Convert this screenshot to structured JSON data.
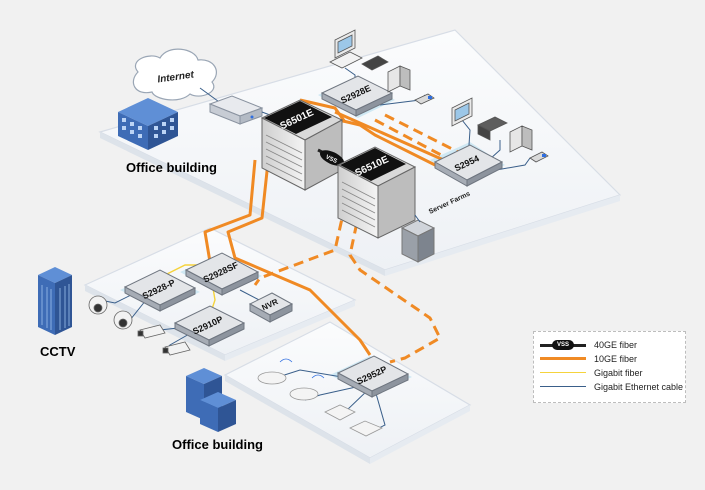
{
  "labels": {
    "internet": "Internet",
    "office_top": "Office building",
    "cctv": "CCTV",
    "office_bottom": "Office building",
    "server_farms": "Server Farms"
  },
  "devices": {
    "core1": "S6501E",
    "core2": "S6510E",
    "sw_top": "S2928E",
    "sw_right": "S2954",
    "sw_cctv_a": "S2928-P",
    "sw_cctv_b": "S2928SF",
    "sw_cctv_c": "S2910P",
    "nvr": "NVR",
    "sw_office": "S2952P",
    "vss": "VSS"
  },
  "legend": {
    "items": [
      {
        "label": "40GE fiber",
        "badge": "VSS"
      },
      {
        "label": "10GE fiber"
      },
      {
        "label": "Gigabit fiber"
      },
      {
        "label": "Gigabit Ethernet cable"
      }
    ]
  },
  "colors": {
    "fiber_10ge": "#f08a24",
    "gigabit_fiber": "#f5d33c",
    "ethernet": "#3a5f8a",
    "platform": "#ffffff",
    "platform_edge": "#d7dde6",
    "highlight": "#cfe8f3",
    "building": "#3e6cb6"
  }
}
